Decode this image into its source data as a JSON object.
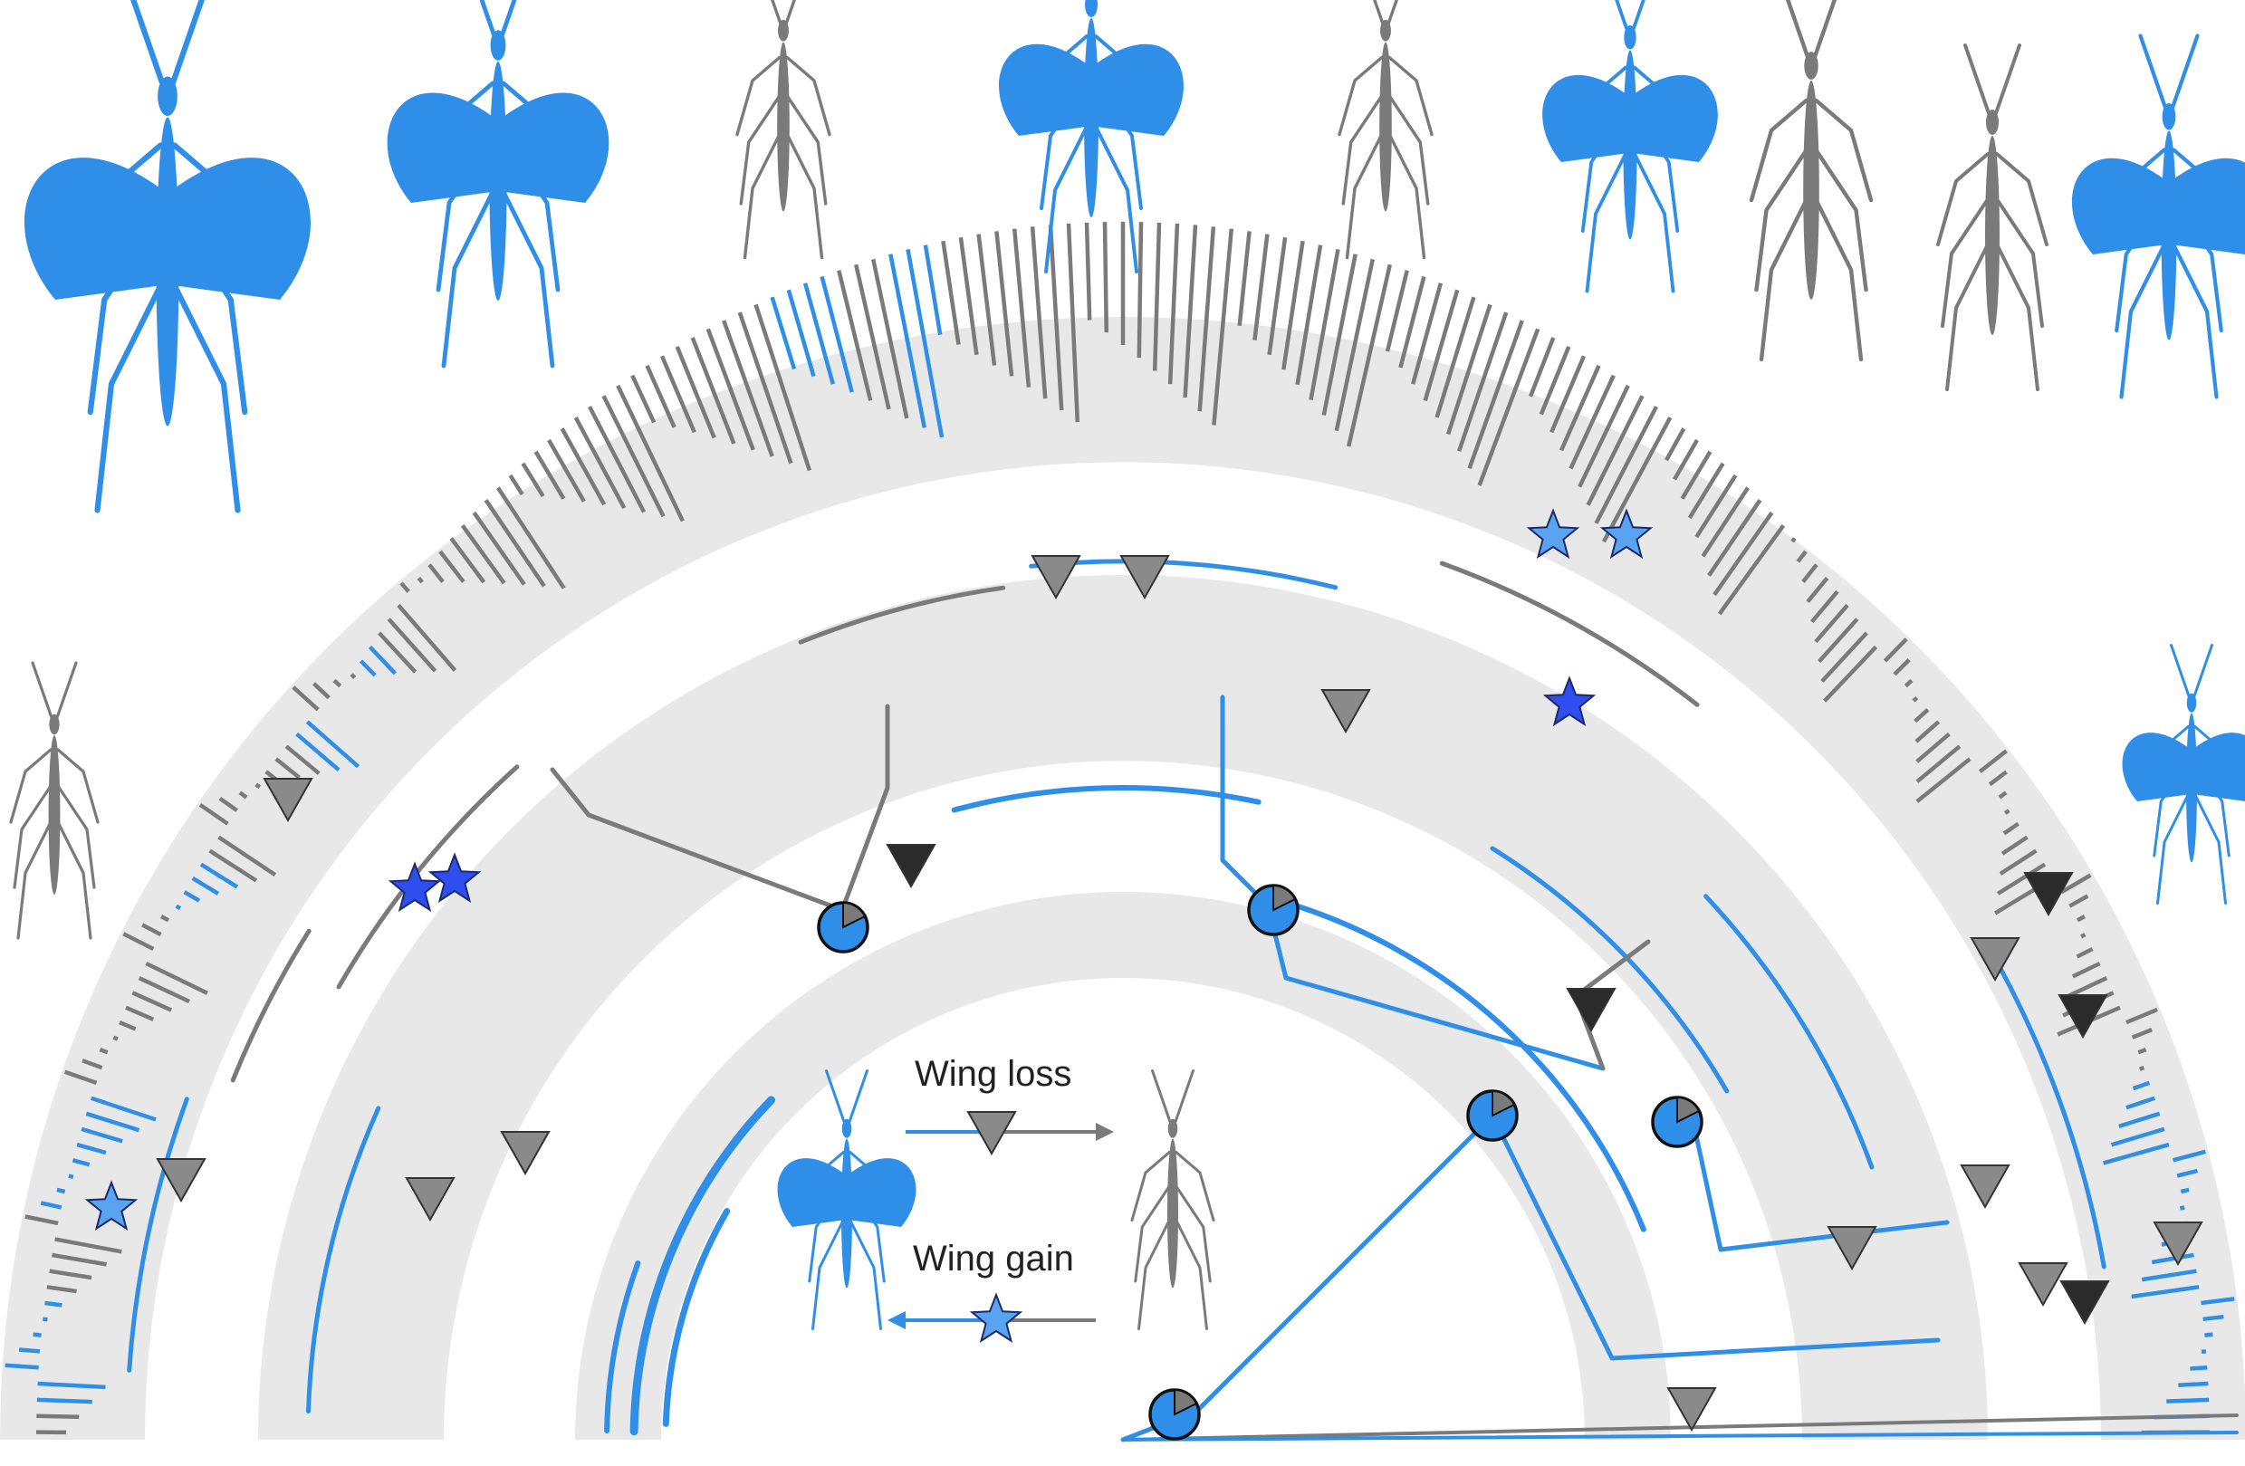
{
  "colors": {
    "winged": "#2f8ee8",
    "wingless": "#7a7a7a",
    "band": "#e8e8e8",
    "loss_marker_light": "#8a8a8a",
    "loss_marker_dark": "#2b2b2b",
    "gain_star_dark": "#2f4ef0",
    "gain_star_light": "#5aa3f0"
  },
  "legend": {
    "wing_loss": "Wing loss",
    "wing_gain": "Wing gain"
  },
  "icons": {
    "loss_marker": "down-triangle",
    "gain_marker": "star",
    "ancestral_state": "pie-chart",
    "insects": "stick-insect-silhouette"
  }
}
